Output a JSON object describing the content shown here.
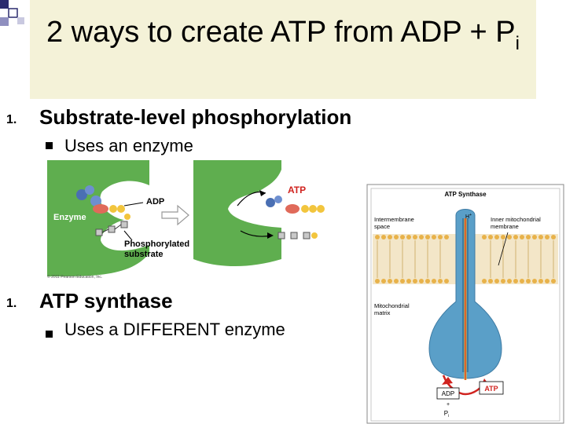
{
  "slide": {
    "title_main": "2 ways to create ATP from ADP + P",
    "title_subscript": "i"
  },
  "sections": [
    {
      "number": "1.",
      "heading": "Substrate-level phosphorylation",
      "bullet": "Uses an enzyme"
    },
    {
      "number": "1.",
      "heading": "ATP synthase",
      "bullet": "Uses a DIFFERENT enzyme"
    }
  ],
  "figure_substrate": {
    "label_adp": "ADP",
    "label_enzyme": "Enzyme",
    "label_phosphorylated": "Phosphorylated",
    "label_substrate": "substrate",
    "label_atp": "ATP",
    "copyright": "© 2011 Pearson Education, Inc."
  },
  "figure_synthase": {
    "title": "ATP Synthase",
    "label_hplus": "H",
    "label_hplus_sup": "+",
    "label_intermembrane_1": "Intermembrane",
    "label_intermembrane_2": "space",
    "label_inner_1": "Inner mitochondrial",
    "label_inner_2": "membrane",
    "label_matrix_1": "Mitochondrial",
    "label_matrix_2": "matrix",
    "label_adp": "ADP",
    "label_plus": "+",
    "label_pi": "P",
    "label_pi_sub": "i",
    "label_atp": "ATP"
  },
  "colors": {
    "title_background": "#f4f2d8",
    "enzyme_green": "#5fae4f",
    "synthase_blue": "#5a9fc8",
    "arrow_red": "#d0231f",
    "atp_red": "#d0231f"
  }
}
